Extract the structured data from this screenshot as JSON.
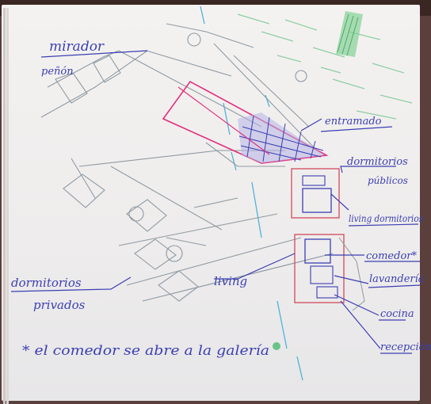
{
  "sketch": {
    "title": "Plan sketch — notebook page",
    "colors": {
      "ink_blue": "#3b3fb2",
      "ink_pink": "#e0307d",
      "ink_red": "#c8424f",
      "pencil": "#8f9aa3",
      "cyan": "#4fb3d9",
      "green": "#6cc38a",
      "paper": "#f1efee"
    },
    "labels": {
      "mirador": "mirador",
      "penon": "peñón",
      "entramado": "entramado",
      "dormitorios_publicos_1": "dormitorios",
      "dormitorios_publicos_2": "públicos",
      "living_dormitorios": "living dormitorios",
      "comedor": "comedor*",
      "lavanderia": "lavandería",
      "cocina": "cocina",
      "recepcion": "recepción",
      "dormitorios_privados_1": "dormitorios",
      "dormitorios_privados_2": "privados",
      "living": "living",
      "note": "* el comedor se abre a la galería"
    }
  }
}
